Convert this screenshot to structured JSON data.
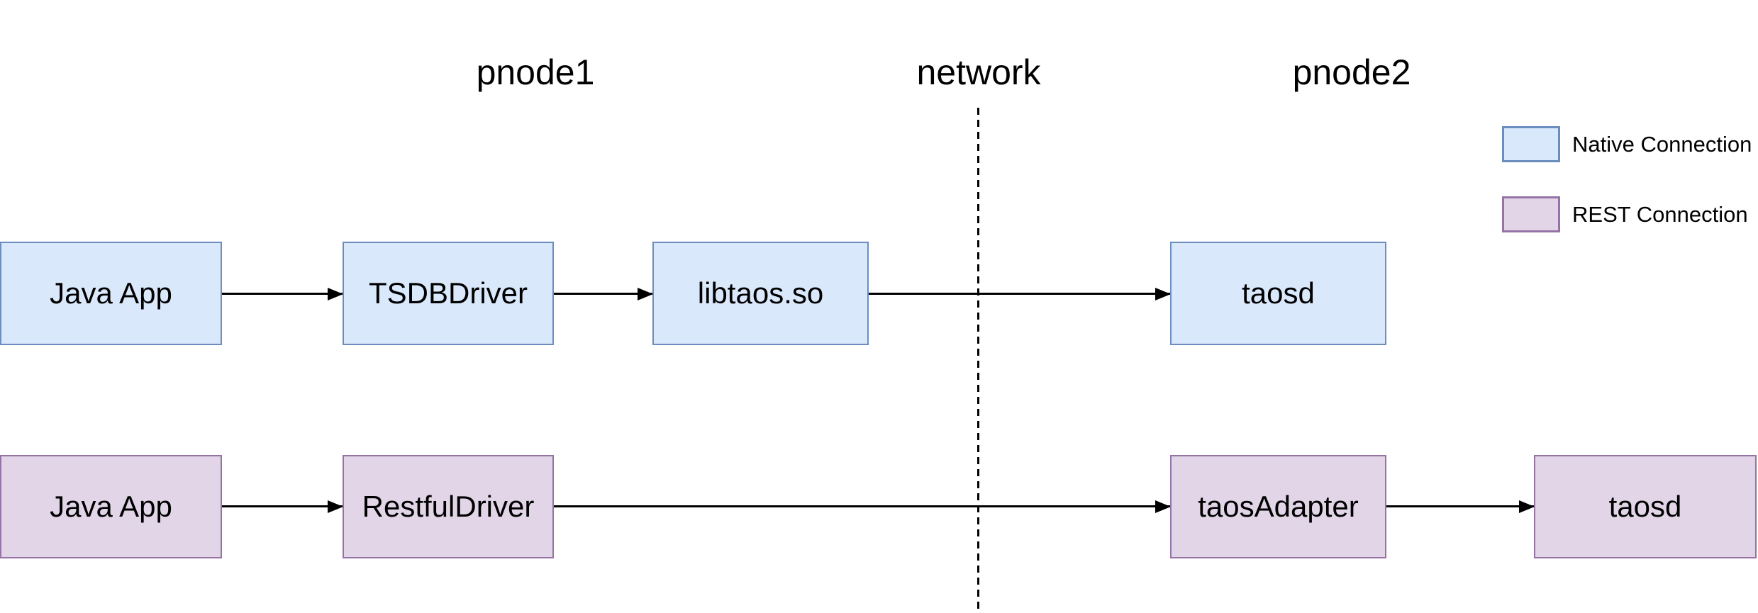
{
  "diagram": {
    "type": "flow-diagram",
    "title_context": "JDBC connection architecture",
    "section_labels": {
      "left": "pnode1",
      "middle": "network",
      "right": "pnode2"
    },
    "divider": {
      "style": "dashed",
      "label": "network",
      "separates": [
        "pnode1",
        "pnode2"
      ]
    },
    "legend": {
      "items": [
        {
          "label": "Native Connection",
          "fill": "#dae8fc",
          "stroke": "#6c8ebf"
        },
        {
          "label": "REST Connection",
          "fill": "#e1d5e7",
          "stroke": "#9673a6"
        }
      ]
    },
    "flows": {
      "native": {
        "connection_type": "Native Connection",
        "nodes": [
          {
            "label": "Java App"
          },
          {
            "label": "TSDBDriver"
          },
          {
            "label": "libtaos.so"
          },
          {
            "label": "taosd"
          }
        ]
      },
      "rest": {
        "connection_type": "REST Connection",
        "nodes": [
          {
            "label": "Java App"
          },
          {
            "label": "RestfulDriver"
          },
          {
            "label": "taosAdapter"
          },
          {
            "label": "taosd"
          }
        ]
      }
    },
    "edges": [
      {
        "flow": "native",
        "from": "Java App",
        "to": "TSDBDriver"
      },
      {
        "flow": "native",
        "from": "TSDBDriver",
        "to": "libtaos.so"
      },
      {
        "flow": "native",
        "from": "libtaos.so",
        "to": "taosd"
      },
      {
        "flow": "rest",
        "from": "Java App",
        "to": "RestfulDriver"
      },
      {
        "flow": "rest",
        "from": "RestfulDriver",
        "to": "taosAdapter"
      },
      {
        "flow": "rest",
        "from": "taosAdapter",
        "to": "taosd"
      }
    ],
    "colors": {
      "background": "#ffffff",
      "text": "#000000",
      "arrow": "#000000",
      "native_fill": "#dae8fc",
      "native_stroke": "#6c8ebf",
      "rest_fill": "#e1d5e7",
      "rest_stroke": "#9673a6"
    }
  }
}
